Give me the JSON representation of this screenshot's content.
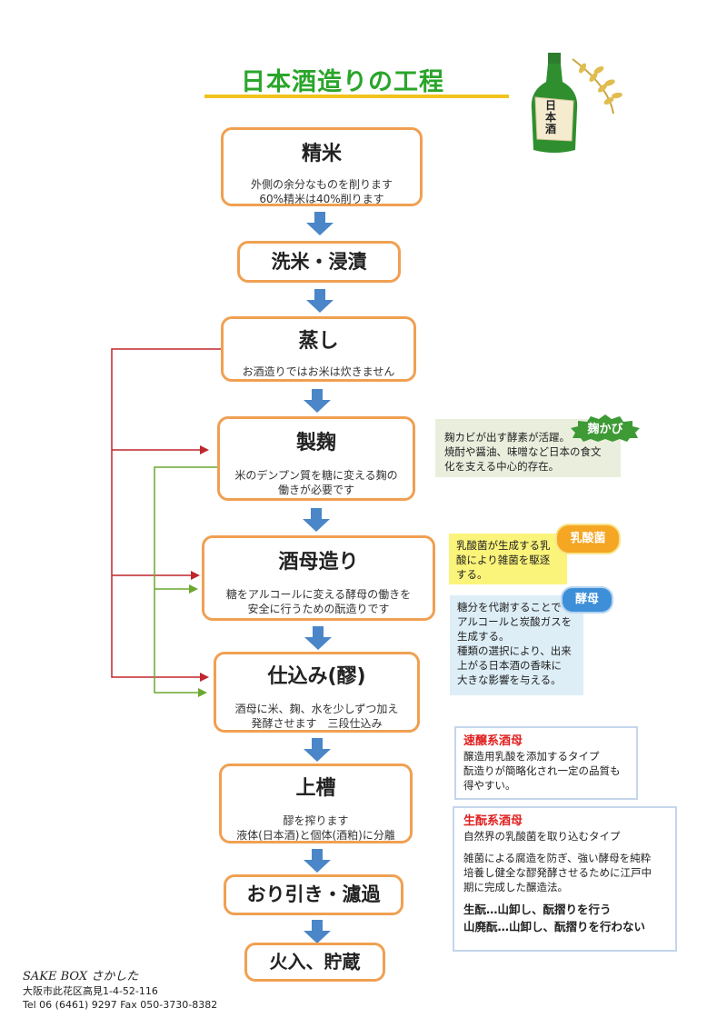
{
  "title": "日本酒造りの工程",
  "bottle_label": "日本酒",
  "steps": [
    {
      "name": "精米",
      "desc1": "外側の余分なものを削ります",
      "desc2": "60%精米は40%削ります"
    },
    {
      "name": "洗米・浸漬"
    },
    {
      "name": "蒸し",
      "desc1": "お酒造りではお米は炊きません"
    },
    {
      "name": "製麹",
      "desc1": "米のデンプン質を糖に変える麹の",
      "desc2": "働きが必要です"
    },
    {
      "name": "酒母造り",
      "desc1": "糖をアルコールに変える酵母の働きを",
      "desc2": "安全に行うための酛造りです"
    },
    {
      "name": "仕込み(醪)",
      "desc1": "酒母に米、麹、水を少しずつ加え",
      "desc2": "発酵させます　三段仕込み"
    },
    {
      "name": "上槽",
      "desc1": "醪を搾ります",
      "desc2": "液体(日本酒)と個体(酒粕)に分離"
    },
    {
      "name": "おり引き・濾過"
    },
    {
      "name": "火入、貯蔵"
    }
  ],
  "notes": {
    "koji": {
      "badge": "麹かび",
      "line1": "麹カビが出す酵素が活躍。",
      "line2": "焼酎や醤油、味噌など日本の食文",
      "line3": "化を支える中心的存在。"
    },
    "lactic": {
      "badge": "乳酸菌",
      "line1": "乳酸菌が生成する乳",
      "line2": "酸により雑菌を駆逐",
      "line3": "する。"
    },
    "yeast": {
      "badge": "酵母",
      "line1": "糖分を代謝することで",
      "line2": "アルコールと炭酸ガスを",
      "line3": "生成する。",
      "line4": "種類の選択により、出来",
      "line5": "上がる日本酒の香味に",
      "line6": "大きな影響を与える。"
    },
    "sokujo": {
      "title": "速醸系酒母",
      "line1": "醸造用乳酸を添加するタイプ",
      "line2": "酛造りが簡略化され一定の品質も",
      "line3": "得やすい。"
    },
    "kimoto": {
      "title": "生酛系酒母",
      "line1": "自然界の乳酸菌を取り込むタイプ",
      "line2": "雑菌による腐造を防ぎ、強い酵母を純粋",
      "line3": "培養し健全な醪発酵させるために江戸中",
      "line4": "期に完成した醸造法。",
      "bold1": "生酛…山卸し、酛摺りを行う",
      "bold2": "山廃酛…山卸し、酛摺りを行わない"
    }
  },
  "footer": {
    "brand": "SAKE BOX さかした",
    "address": "大阪市此花区高見1-4-52-116",
    "tel": "Tel 06 (6461) 9297  Fax 050-3730-8382"
  },
  "colors": {
    "box_border": "#f0a052",
    "arrow": "#4a86c8",
    "red_line": "#c0262c",
    "green_line": "#6aa82e",
    "title": "#2aa52a"
  }
}
